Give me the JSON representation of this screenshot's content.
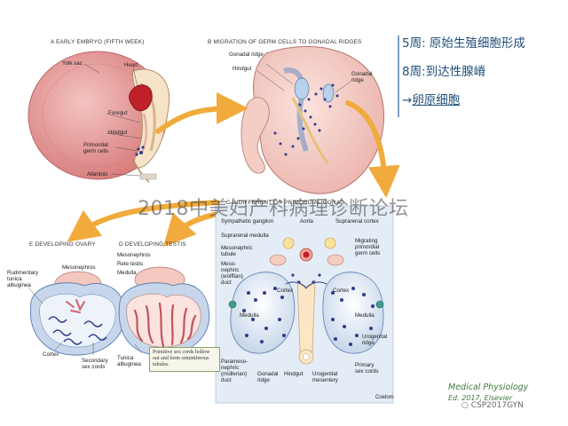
{
  "panels": {
    "a": "A  EARLY EMBRYO (FIFTH WEEK)",
    "b": "B  MIGRATION OF GERM CELLS TO GONADAL RIDGES",
    "c": "C  INDIFFERENT OR PRIMORDIAL GONAD",
    "e": "E  DEVELOPING OVARY",
    "d": "D  DEVELOPING TESTIS"
  },
  "labels_a": {
    "yolk_sac": "Yolk sac",
    "heart": "Heart",
    "foregut": "Foregut",
    "hindgut": "Hindgut",
    "primordial_germ_cells": "Primordial\ngerm cells",
    "allantois": "Allantois"
  },
  "labels_b": {
    "gonadal_ridge_top": "Gonadal ridge",
    "hindgut": "Hindgut",
    "gonadal_ridge_right": "Gonadal\nridge"
  },
  "labels_c": {
    "sympathetic_ganglion": "Sympathetic ganglion",
    "aorta": "Aorta",
    "suprarenal_cortex": "Suprarenal cortex",
    "suprarenal_medulla": "Suprarenal medulla",
    "mesonephric_tubule": "Mesonephric\ntubule",
    "migrating_germ_cells": "Migrating\nprimordial\ngerm cells",
    "mesonephric_duct": "Meso-\nnephric\n(wolffian)\nduct",
    "cortex_left": "Cortex",
    "cortex_right": "Cortex",
    "medulla_left": "Medulla",
    "medulla_right": "Medulla",
    "paramesonephric_duct": "Parameso-\nnephric\n(müllerian)\nduct",
    "gonadal_ridge": "Gonadal\nridge",
    "hindgut": "Hindgut",
    "urogenital_mesentery": "Urogenital\nmesentery",
    "primary_sex_cords": "Primary\nsex cords",
    "urogenital_ridge": "Urogenital\nridge",
    "coelom": "Coelom"
  },
  "labels_e": {
    "rudimentary_tunica": "Rudimentary\ntunica\nalbuginea",
    "mesonephros": "Mesonephros",
    "cortex": "Cortex",
    "secondary_sex_cords": "Secondary\nsex cords"
  },
  "labels_d": {
    "mesonephros": "Mesonephros",
    "rete_testis": "Rete testis",
    "medulla": "Medulla",
    "tunica_albuginea": "Tunica\nalbuginea",
    "callout": "Primitive sex cords hollow out and form seminiferous tubules."
  },
  "notes": [
    {
      "week": "5周:",
      "text": " 原始生殖细胞形成"
    },
    {
      "week": "8周:",
      "text": "到达性腺嵴"
    },
    {
      "arrow": "→",
      "text": "卵原细胞"
    }
  ],
  "watermark": "2018中美妇产科病理诊断论坛",
  "credit": {
    "title": "Medical Physiology",
    "edition": "Ed. 2017, Elsevier"
  },
  "wechat": "CSP2017GYN",
  "colors": {
    "note_text": "#1f4e79",
    "arrow_orange": "#f0ab3c",
    "panel_c_bg": "#e4ecf6",
    "yolk_sac": "#e6999a",
    "heart": "#c0202a",
    "germ_cell": "#2f3b8c"
  }
}
